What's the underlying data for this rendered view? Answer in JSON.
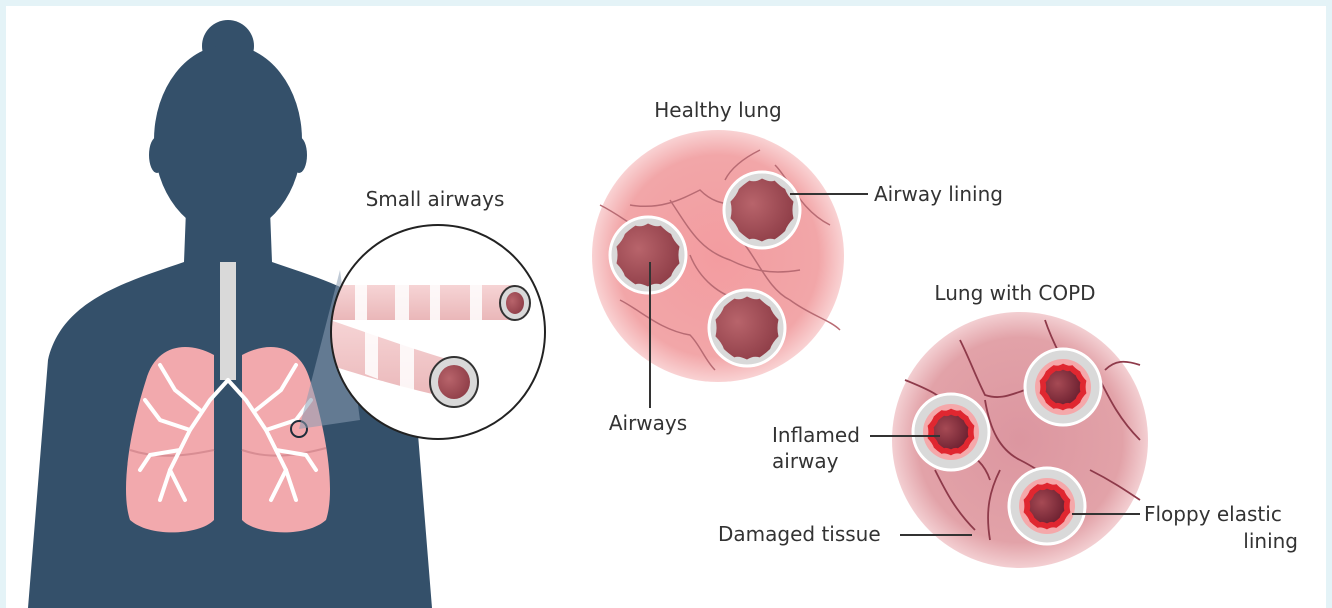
{
  "labels": {
    "small_airways": "Small airways",
    "healthy_lung": "Healthy lung",
    "airway_lining": "Airway lining",
    "airways": "Airways",
    "lung_with_copd": "Lung with COPD",
    "inflamed_airway_line1": "Inflamed",
    "inflamed_airway_line2": "airway",
    "floppy_elastic_lining_line1": "Floppy elastic",
    "floppy_elastic_lining_line2": "lining",
    "damaged_tissue": "Damaged tissue"
  },
  "colors": {
    "page_border": "#e4f3f7",
    "silhouette": "#34506a",
    "lung_tissue": "#f2a9ad",
    "healthy_lung_disc": "#f1a4a6",
    "copd_lung_disc": "#e3a0a6",
    "airway_ring": "#d9d9d9",
    "airway_lumen": "#a4525a",
    "inflamed_wall": "#e02730",
    "text": "#333333"
  }
}
